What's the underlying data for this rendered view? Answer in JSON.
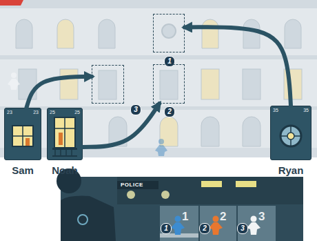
{
  "diagram": {
    "nodes": [
      {
        "text": [
          "1"
        ]
      },
      {
        "text": [
          "3"
        ]
      },
      {
        "text": [
          "2"
        ]
      },
      {
        "text": [
          "23",
          "23",
          "Sam"
        ]
      },
      {
        "text": [
          "25",
          "25",
          "Noah"
        ]
      },
      {
        "text": [
          "35",
          "35",
          "Ryan"
        ]
      }
    ],
    "edges": [
      {
        "from": 5,
        "to": 0,
        "arrow": "to"
      },
      {
        "from": 4,
        "to": 2,
        "arrow": "to"
      },
      {
        "from": 3,
        "to": 1,
        "arrow": "to"
      }
    ],
    "labels": [
      "POLICE",
      "1",
      "1",
      "2",
      "2",
      "3",
      "3"
    ]
  }
}
